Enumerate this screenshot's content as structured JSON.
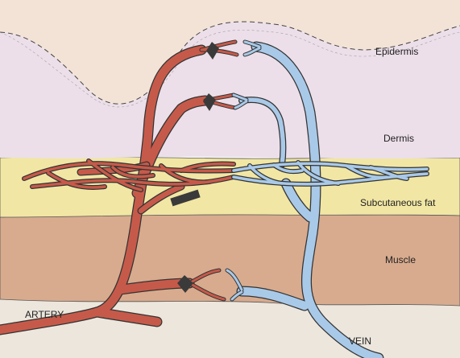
{
  "labels": {
    "epidermis": "Epidermis",
    "dermis": "Dermis",
    "subcutaneous_fat": "Subcutaneous fat",
    "muscle": "Muscle",
    "artery": "ARTERY",
    "vein": "VEIN"
  },
  "colors": {
    "epidermis": "#f3e3d6",
    "dermis": "#ecdfe9",
    "subcutaneous_fat": "#f1e6a4",
    "muscle": "#d8ab8e",
    "base": "#ece6dd",
    "artery": "#c65a4a",
    "vein": "#a9c9e8",
    "outline": "#333333",
    "sphincter": "#3a3a3a"
  }
}
